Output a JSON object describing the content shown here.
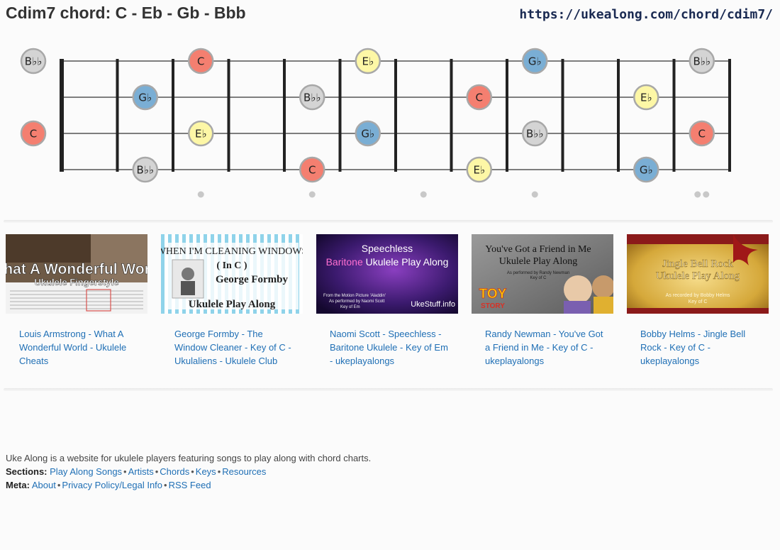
{
  "page": {
    "title": "Cdim7 chord: C - Eb - Gb - Bbb",
    "url": "https://ukealong.com/chord/cdim7/"
  },
  "fretboard": {
    "string_count": 4,
    "fret_count": 12,
    "colors": {
      "C": "#f47f70",
      "Eb": "#fdf7a6",
      "Gb": "#7aaed4",
      "Bbb": "#d4d4d4"
    },
    "open_notes": [
      {
        "string": 1,
        "note": "Bbb",
        "label": "B♭♭"
      },
      {
        "string": 3,
        "note": "C",
        "label": "C"
      }
    ],
    "notes": [
      {
        "string": 1,
        "fret": 3,
        "note": "C",
        "label": "C"
      },
      {
        "string": 1,
        "fret": 6,
        "note": "Eb",
        "label": "E♭"
      },
      {
        "string": 1,
        "fret": 9,
        "note": "Gb",
        "label": "G♭"
      },
      {
        "string": 1,
        "fret": 12,
        "note": "Bbb",
        "label": "B♭♭"
      },
      {
        "string": 2,
        "fret": 2,
        "note": "Gb",
        "label": "G♭"
      },
      {
        "string": 2,
        "fret": 5,
        "note": "Bbb",
        "label": "B♭♭"
      },
      {
        "string": 2,
        "fret": 8,
        "note": "C",
        "label": "C"
      },
      {
        "string": 2,
        "fret": 11,
        "note": "Eb",
        "label": "E♭"
      },
      {
        "string": 3,
        "fret": 3,
        "note": "Eb",
        "label": "E♭"
      },
      {
        "string": 3,
        "fret": 6,
        "note": "Gb",
        "label": "G♭"
      },
      {
        "string": 3,
        "fret": 9,
        "note": "Bbb",
        "label": "B♭♭"
      },
      {
        "string": 3,
        "fret": 12,
        "note": "C",
        "label": "C"
      },
      {
        "string": 4,
        "fret": 2,
        "note": "Bbb",
        "label": "B♭♭"
      },
      {
        "string": 4,
        "fret": 5,
        "note": "C",
        "label": "C"
      },
      {
        "string": 4,
        "fret": 8,
        "note": "Eb",
        "label": "E♭"
      },
      {
        "string": 4,
        "fret": 11,
        "note": "Gb",
        "label": "G♭"
      }
    ],
    "inlays": [
      {
        "fret": 3,
        "dots": 1
      },
      {
        "fret": 5,
        "dots": 1
      },
      {
        "fret": 7,
        "dots": 1
      },
      {
        "fret": 9,
        "dots": 1
      },
      {
        "fret": 12,
        "dots": 2
      }
    ]
  },
  "related_videos": [
    {
      "caption": "Louis Armstrong - What A Wonderful World - Ukulele Cheats",
      "thumb_title": "What A Wonderful World",
      "thumb_subtitle": "Ukulele Fingerstyle"
    },
    {
      "caption": "George Formby - The Window Cleaner - Key of C - Ukulaliens - Ukulele Club",
      "thumb_title": "WHEN I'M CLEANING WINDOWS",
      "thumb_subtitle": "( In C )",
      "thumb_artist": "George Formby",
      "thumb_footer": "Ukulele Play Along"
    },
    {
      "caption": "Naomi Scott - Speechless - Baritone Ukulele - Key of Em - ukeplayalongs",
      "thumb_title": "Speechless",
      "thumb_subtitle_accent": "Baritone",
      "thumb_subtitle_rest": " Ukulele Play Along",
      "thumb_note1": "From the Motion Picture 'Aladdin'",
      "thumb_note2": "As performed by Naomi Scott",
      "thumb_note3": "Key of Em",
      "thumb_brand": "UkeStuff.info"
    },
    {
      "caption": "Randy Newman - You've Got a Friend in Me - Key of C - ukeplayalongs",
      "thumb_title": "You've Got a Friend in Me",
      "thumb_subtitle": "Ukulele Play Along",
      "thumb_note1": "As performed by Randy Newman",
      "thumb_note2": "Key of C",
      "thumb_logo_top": "TOY",
      "thumb_logo_bottom": "STORY"
    },
    {
      "caption": "Bobby Helms - Jingle Bell Rock - Key of C - ukeplayalongs",
      "thumb_title": "Jingle Bell Rock",
      "thumb_subtitle": "Ukulele Play Along",
      "thumb_note1": "As recorded by Bobby Helms",
      "thumb_note2": "Key of C"
    }
  ],
  "footer": {
    "description": "Uke Along is a website for ukulele players featuring songs to play along with chord charts.",
    "sections_label": "Sections:",
    "sections": [
      "Play Along Songs",
      "Artists",
      "Chords",
      "Keys",
      "Resources"
    ],
    "meta_label": "Meta:",
    "meta": [
      "About",
      "Privacy Policy/Legal Info",
      "RSS Feed"
    ],
    "separator": "•"
  }
}
